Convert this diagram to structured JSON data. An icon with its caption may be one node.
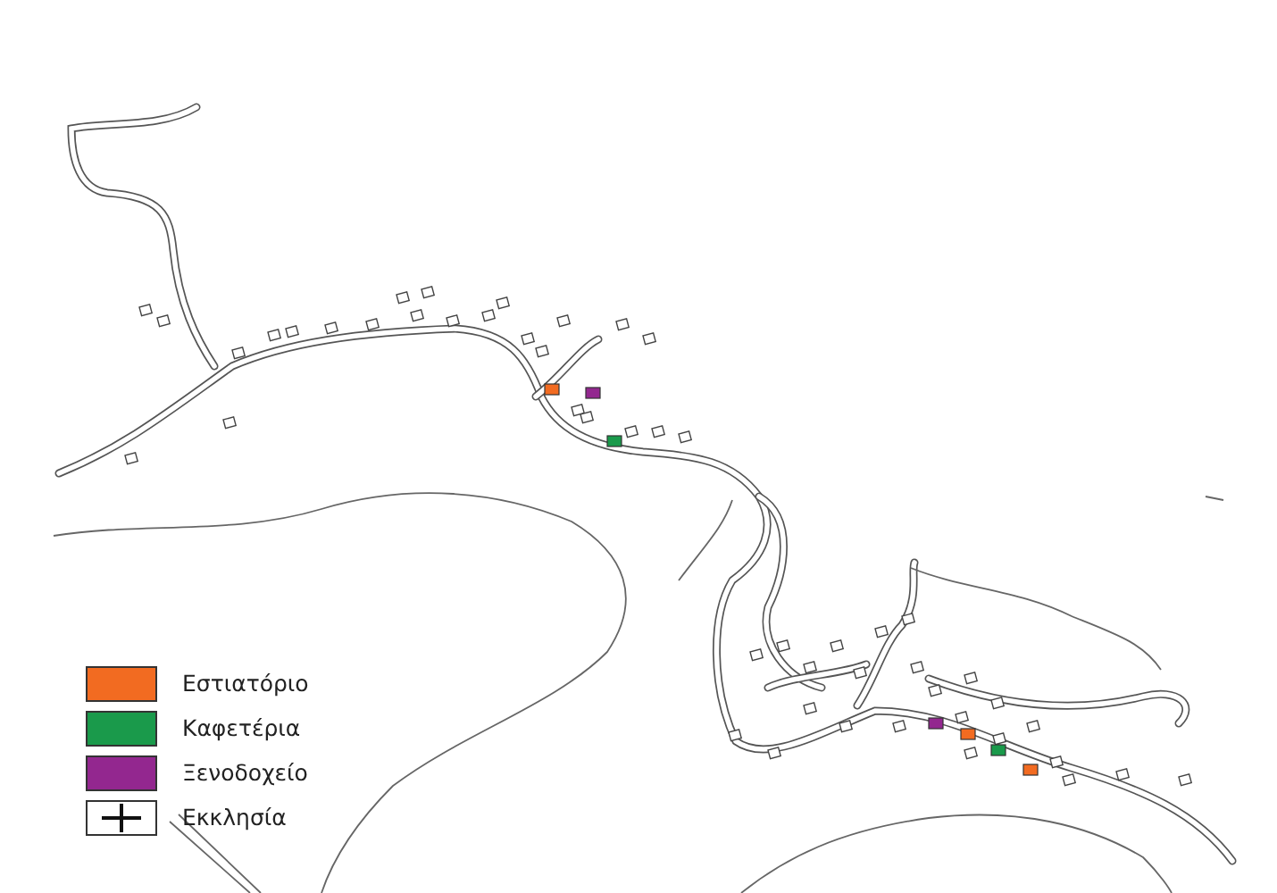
{
  "diagram": {
    "legend": [
      {
        "text": "Εστιατόριο",
        "color": "#f26b21"
      },
      {
        "text": "Καφετέρια",
        "color": "#1a9a4b"
      },
      {
        "text": "Ξενοδοχείο",
        "color": "#93278f"
      },
      {
        "text": "Εκκλησία"
      }
    ]
  }
}
